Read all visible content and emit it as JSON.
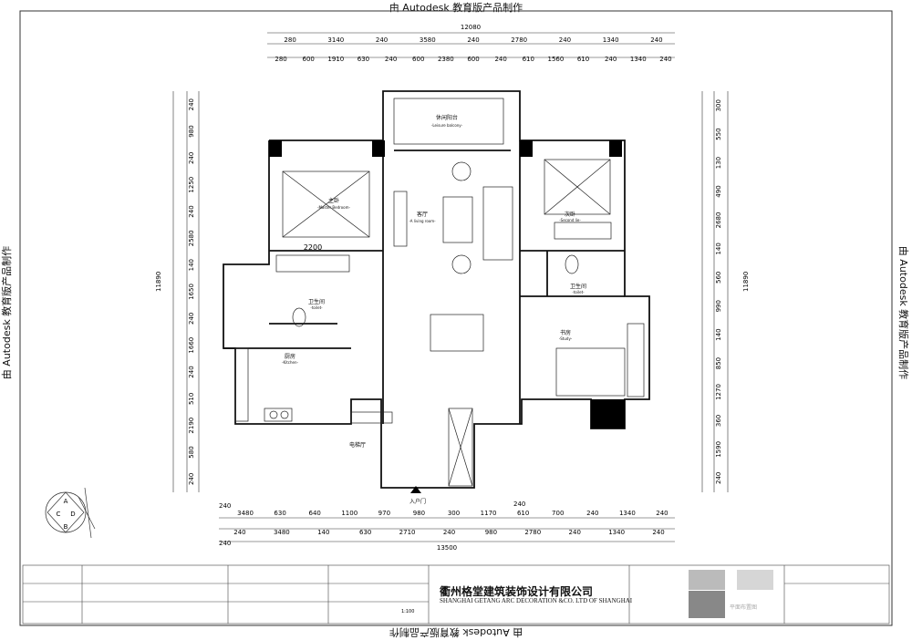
{
  "watermark": {
    "top": "由 Autodesk 教育版产品制作",
    "bottom": "由 Autodesk 教育版产品制作",
    "left": "由 Autodesk 教育版产品制作",
    "right": "由 Autodesk 教育版产品制作"
  },
  "dimensions": {
    "top_total": "12080",
    "top_row1": [
      "280",
      "3140",
      "240",
      "3580",
      "240",
      "2780",
      "240",
      "1340",
      "240"
    ],
    "top_row2": [
      "280",
      "600",
      "1910",
      "630",
      "240",
      "600",
      "2380",
      "600",
      "240",
      "610",
      "1560",
      "610",
      "240",
      "1340",
      "240"
    ],
    "bottom_row1": [
      "3480",
      "630",
      "640",
      "1100",
      "970",
      "980",
      "300",
      "1170",
      "610",
      "700",
      "240",
      "1340",
      "240"
    ],
    "bottom_row2": [
      "240",
      "3480",
      "140",
      "630",
      "2710",
      "240",
      "980",
      "2780",
      "240",
      "1340",
      "240"
    ],
    "bottom_total": "13500",
    "left_outer": "11890",
    "right_outer": "11890",
    "left_inner": [
      "240",
      "980",
      "240",
      "1250",
      "240",
      "2580",
      "140",
      "1650",
      "240",
      "1660",
      "240",
      "510",
      "2190",
      "580",
      "240"
    ],
    "right_inner": [
      "300",
      "550",
      "130",
      "490",
      "2680",
      "140",
      "560",
      "990",
      "140",
      "850",
      "1270",
      "360",
      "1590",
      "240"
    ],
    "misc": [
      "240",
      "2200"
    ]
  },
  "rooms": {
    "balcony": "休闲阳台",
    "balcony_en": "-Leisure balcony-",
    "living": "客厅",
    "living_en": "-A living room-",
    "master": "主卧",
    "master_en": "-Master Bedroom-",
    "second": "次卧",
    "second_en": "-Second lie-",
    "toilet1": "卫生间",
    "toilet1_en": "-toilet-",
    "toilet2": "卫生间",
    "toilet2_en": "-toilet-",
    "kitchen": "厨房",
    "kitchen_en": "-Kitchen-",
    "study": "书房",
    "study_en": "-Study-",
    "elevator": "电梯厅",
    "entrance": "入户门"
  },
  "compass": {
    "a": "A",
    "b": "B",
    "c": "C",
    "d": "D"
  },
  "titleblock": {
    "company": "衢州格堂建筑装饰设计有限公司",
    "company_en": "SHANGHAI GETANG ARC DECORATION  &CO. LTD OF SHANGHAI",
    "scale": "1:100",
    "drawing": "平面布置图"
  }
}
